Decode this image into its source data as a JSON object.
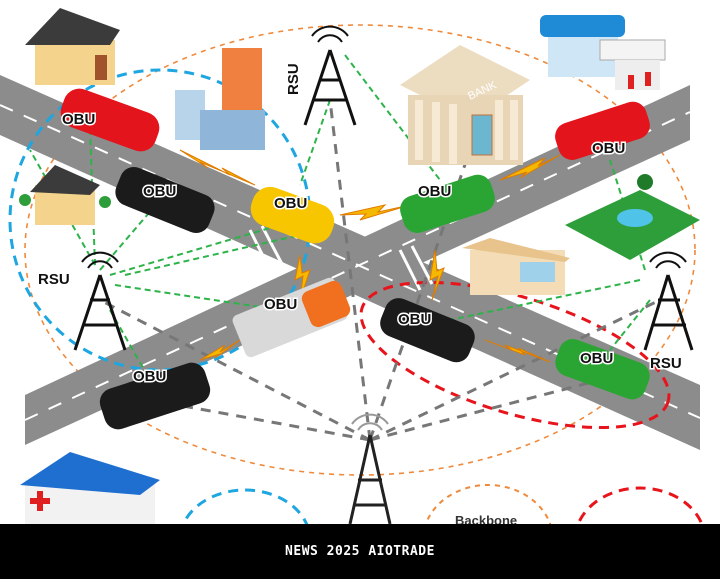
{
  "diagram": {
    "obu_label": "OBU",
    "rsu_label": "RSU",
    "bank_label": "BANK",
    "backbone_label": "Backbone",
    "colors": {
      "road": "#8a8a8a",
      "v2v_link": "#f5a623",
      "v2i_link": "#2db34a",
      "backhaul_link": "#777777",
      "cluster_blue": "#1ea6e0",
      "cluster_red": "#e8141b",
      "coverage_orange": "#ef8a3c"
    }
  },
  "caption": {
    "text": "NEWS 2025 AIOTRADE"
  }
}
